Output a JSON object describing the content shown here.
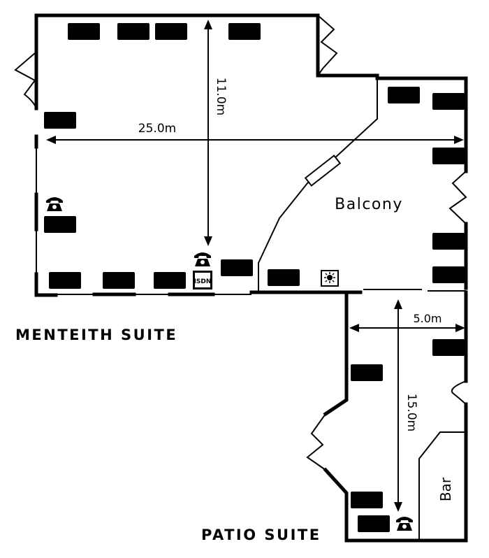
{
  "labels": {
    "menteith": "MENTEITH SUITE",
    "patio": "PATIO SUITE",
    "balcony": "Balcony",
    "bar": "Bar",
    "isdn": "ISDN"
  },
  "dimensions": {
    "menteith_width": "25.0m",
    "menteith_depth": "11.0m",
    "patio_width": "5.0m",
    "patio_depth": "15.0m"
  },
  "icons": {
    "socket": "power-socket-icon",
    "phone": "telephone-icon",
    "light": "light-point-icon",
    "isdn": "isdn-point-icon"
  }
}
